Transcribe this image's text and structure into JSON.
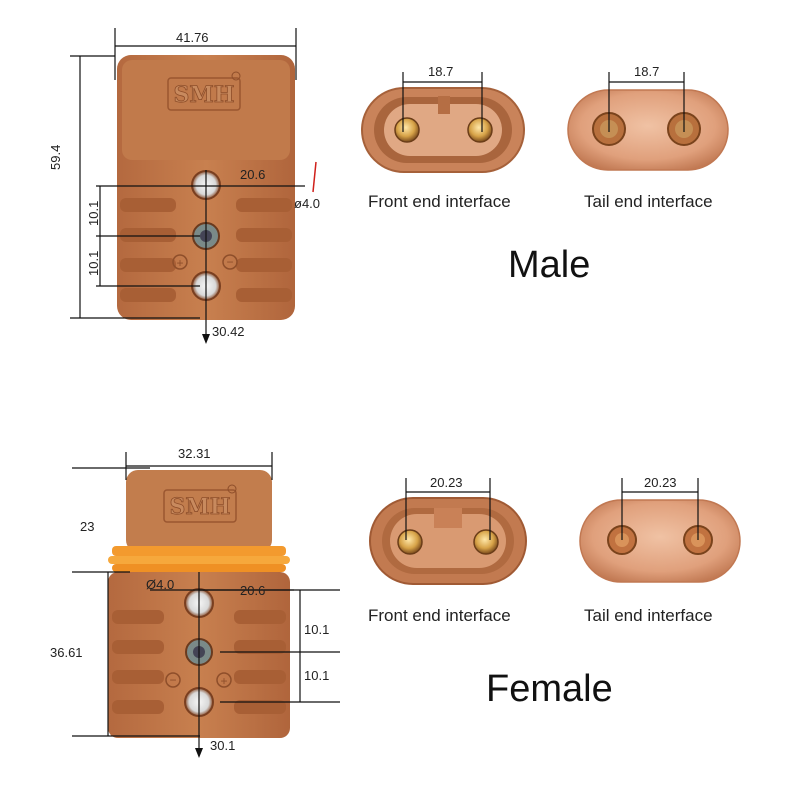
{
  "male": {
    "title": "Male",
    "logo": "SMH",
    "dims": {
      "width": "41.76",
      "height": "59.4",
      "pin_offset": "20.6",
      "hole_dia": "ø4.0",
      "pitch_upper": "10.1",
      "pitch_lower": "10.1",
      "depth": "30.42"
    },
    "front": {
      "caption": "Front end interface",
      "spacing": "18.7"
    },
    "tail": {
      "caption": "Tail end interface",
      "spacing": "18.7"
    }
  },
  "female": {
    "title": "Female",
    "logo": "SMH",
    "dims": {
      "width": "32.31",
      "top_height": "23",
      "body_height": "36.61",
      "hole_dia": "Ø4.0",
      "pin_offset": "20.6",
      "pitch_upper": "10.1",
      "pitch_lower": "10.1",
      "depth": "30.1"
    },
    "front": {
      "caption": "Front end interface",
      "spacing": "20.23"
    },
    "tail": {
      "caption": "Tail end interface",
      "spacing": "20.23"
    }
  },
  "colors": {
    "connector_body": "#c4784a",
    "connector_dark": "#a85f35",
    "copper": "#d99a74",
    "gasket": "#f39a2e",
    "dimension_line": "#111111"
  }
}
